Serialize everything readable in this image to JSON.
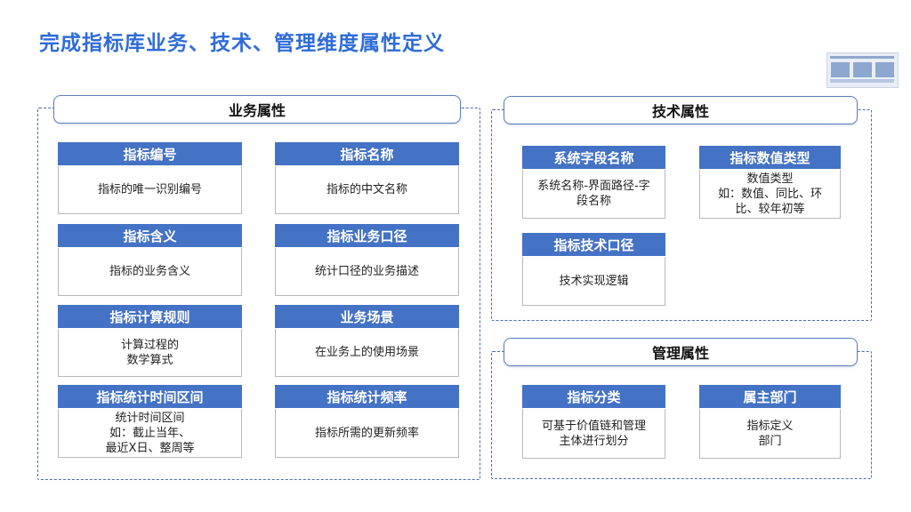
{
  "title": "完成指标库业务、技术、管理维度属性定义",
  "sections": {
    "business": {
      "header": "业务属性",
      "cards": [
        {
          "title": "指标编号",
          "body": "指标的唯一识别编号"
        },
        {
          "title": "指标名称",
          "body": "指标的中文名称"
        },
        {
          "title": "指标含义",
          "body": "指标的业务含义"
        },
        {
          "title": "指标业务口径",
          "body": "统计口径的业务描述"
        },
        {
          "title": "指标计算规则",
          "body": "计算过程的\n数学算式"
        },
        {
          "title": "业务场景",
          "body": "在业务上的使用场景"
        },
        {
          "title": "指标统计时间区间",
          "body": "统计时间区间\n如：截止当年、\n最近X日、整周等"
        },
        {
          "title": "指标统计频率",
          "body": "指标所需的更新频率"
        }
      ]
    },
    "technical": {
      "header": "技术属性",
      "cards": [
        {
          "title": "系统字段名称",
          "body": "系统名称-界面路径-字\n段名称"
        },
        {
          "title": "指标数值类型",
          "body": "数值类型\n如：数值、同比、环\n比、较年初等"
        },
        {
          "title": "指标技术口径",
          "body": "技术实现逻辑"
        }
      ]
    },
    "management": {
      "header": "管理属性",
      "cards": [
        {
          "title": "指标分类",
          "body": "可基于价值链和管理\n主体进行划分"
        },
        {
          "title": "属主部门",
          "body": "指标定义\n部门"
        }
      ]
    }
  }
}
